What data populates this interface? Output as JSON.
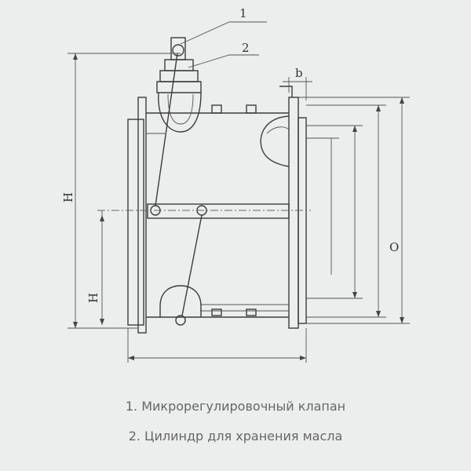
{
  "callouts": [
    {
      "num": "1"
    },
    {
      "num": "2"
    }
  ],
  "dimensions": {
    "b": "b",
    "H": "H",
    "H1": "H",
    "O": "O"
  },
  "legend": [
    "1. Микрорегулировочный клапан",
    "2. Цилиндр для хранения масла"
  ]
}
